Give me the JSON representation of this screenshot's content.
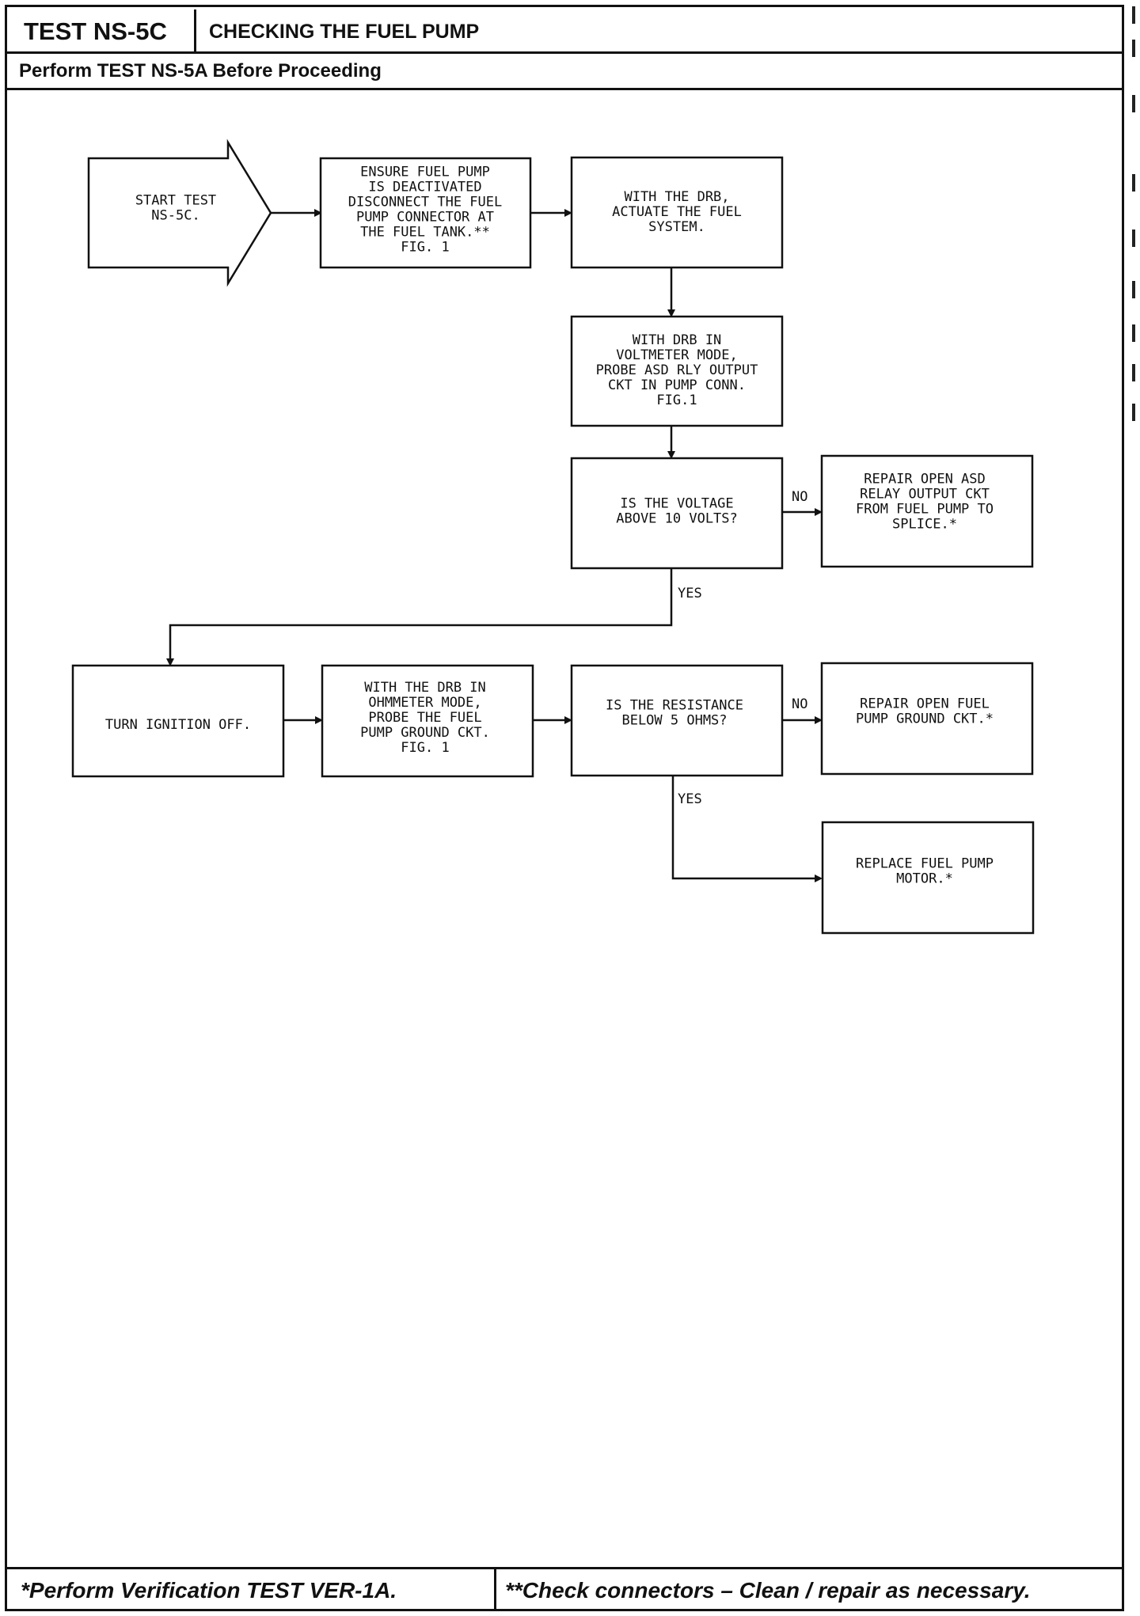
{
  "header": {
    "test_id": "TEST NS-5C",
    "title": "CHECKING THE FUEL PUMP",
    "prerequisite": "Perform TEST NS-5A Before Proceeding"
  },
  "steps": {
    "start": [
      "START TEST",
      "NS-5C."
    ],
    "ensure": [
      "ENSURE FUEL PUMP",
      "IS DEACTIVATED",
      "DISCONNECT THE FUEL",
      "PUMP CONNECTOR AT",
      "THE FUEL TANK.**",
      "FIG. 1"
    ],
    "actuate": [
      "WITH THE DRB,",
      "ACTUATE THE FUEL",
      "SYSTEM."
    ],
    "voltmeter": [
      "WITH DRB IN",
      "VOLTMETER MODE,",
      "PROBE ASD RLY OUTPUT",
      "CKT IN PUMP CONN.",
      "FIG.1"
    ],
    "voltage_q": [
      "IS THE VOLTAGE",
      "ABOVE 10 VOLTS?"
    ],
    "repair_asd": [
      "REPAIR OPEN ASD",
      "RELAY OUTPUT CKT",
      "FROM FUEL PUMP TO",
      "SPLICE.*"
    ],
    "ignition_off": [
      "TURN IGNITION OFF."
    ],
    "ohmmeter": [
      "WITH THE DRB IN",
      "OHMMETER MODE,",
      "PROBE THE FUEL",
      "PUMP GROUND CKT.",
      "FIG. 1"
    ],
    "resistance_q": [
      "IS THE RESISTANCE",
      "BELOW 5 OHMS?"
    ],
    "repair_ground": [
      "REPAIR OPEN FUEL",
      "PUMP GROUND CKT.*"
    ],
    "replace_pump": [
      "REPLACE FUEL PUMP",
      "MOTOR.*"
    ]
  },
  "labels": {
    "no": "NO",
    "yes": "YES"
  },
  "footer": {
    "note1": "*Perform Verification TEST VER-1A.",
    "note2": "**Check connectors – Clean / repair as necessary."
  }
}
